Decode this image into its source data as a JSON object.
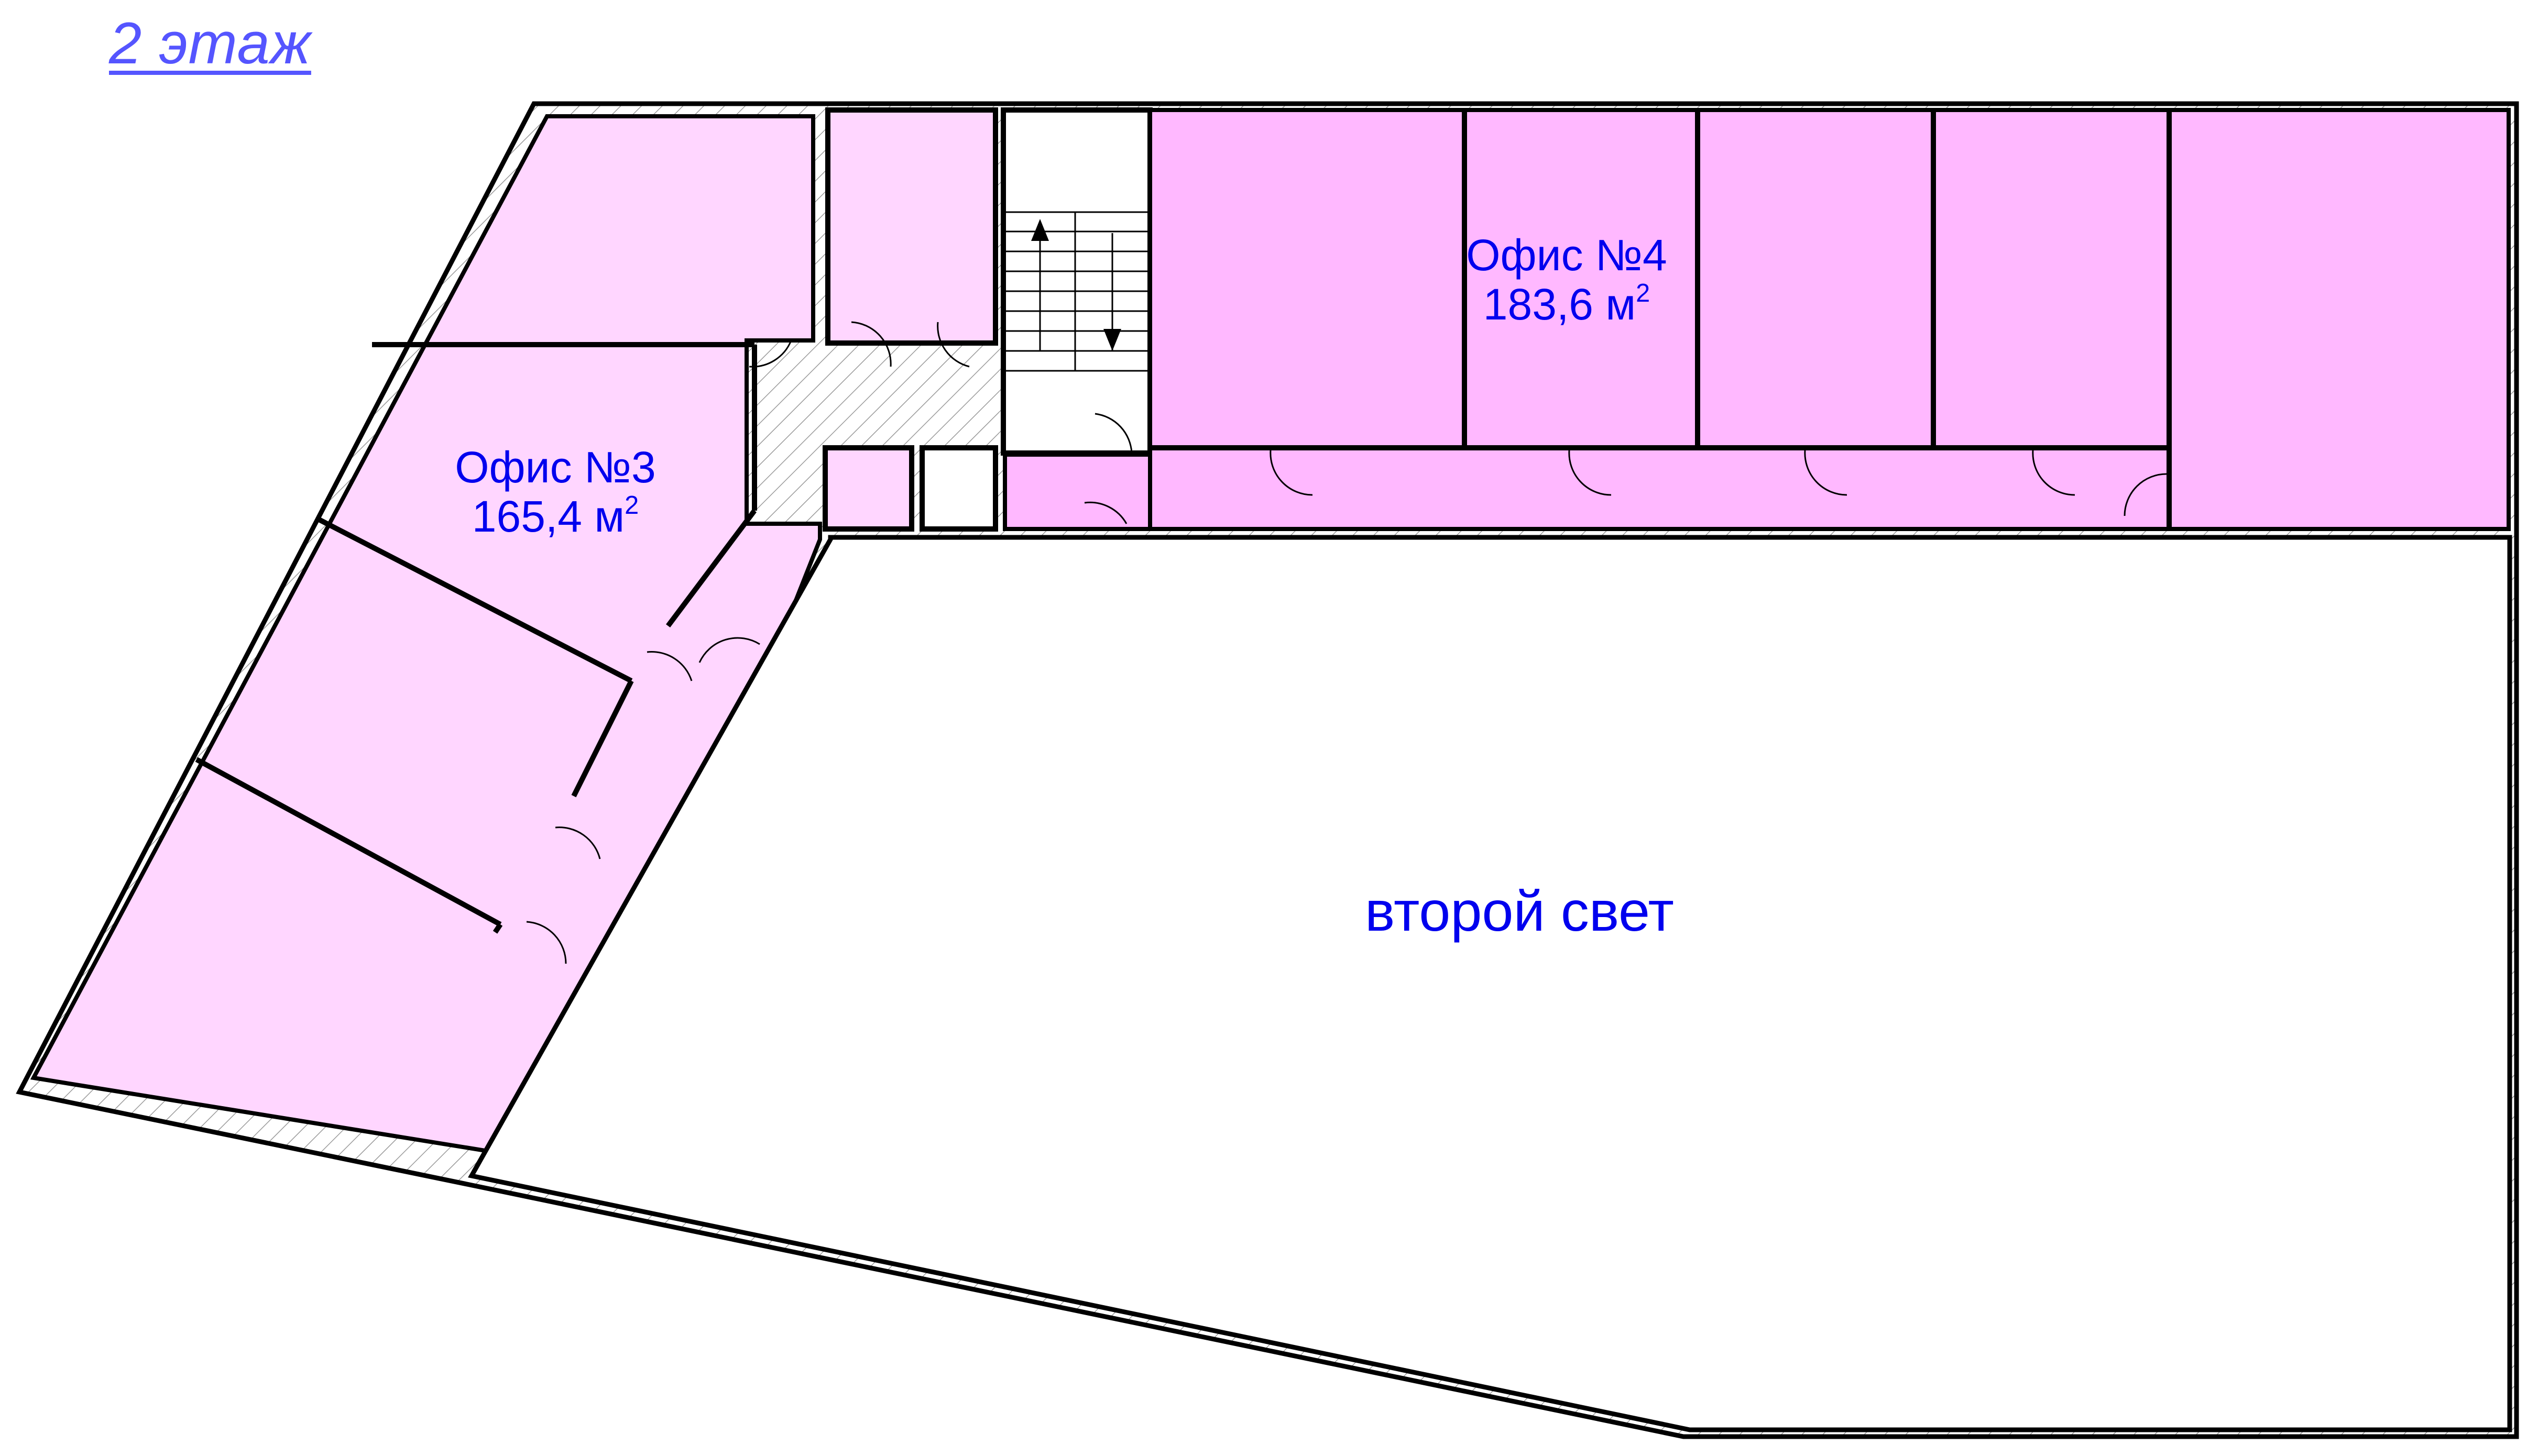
{
  "floor": {
    "title": "2 этаж",
    "title_color": "#5555ff"
  },
  "rooms": {
    "office4": {
      "name": "Офис №4",
      "area_value": "183,6 м",
      "area_unit_sup": "2",
      "fill": "#ffb8ff"
    },
    "office3": {
      "name": "Офис №3",
      "area_value": "165,4 м",
      "area_unit_sup": "2",
      "fill": "#ffd6ff"
    },
    "void": {
      "name": "второй свет",
      "fill": "#ffffff"
    }
  },
  "colors": {
    "label_text": "#0000ee",
    "wall_stroke": "#000000",
    "wall_hatch": "#9a9a9a"
  },
  "icons": {
    "stair_up": "arrow-up",
    "stair_down": "arrow-down"
  }
}
